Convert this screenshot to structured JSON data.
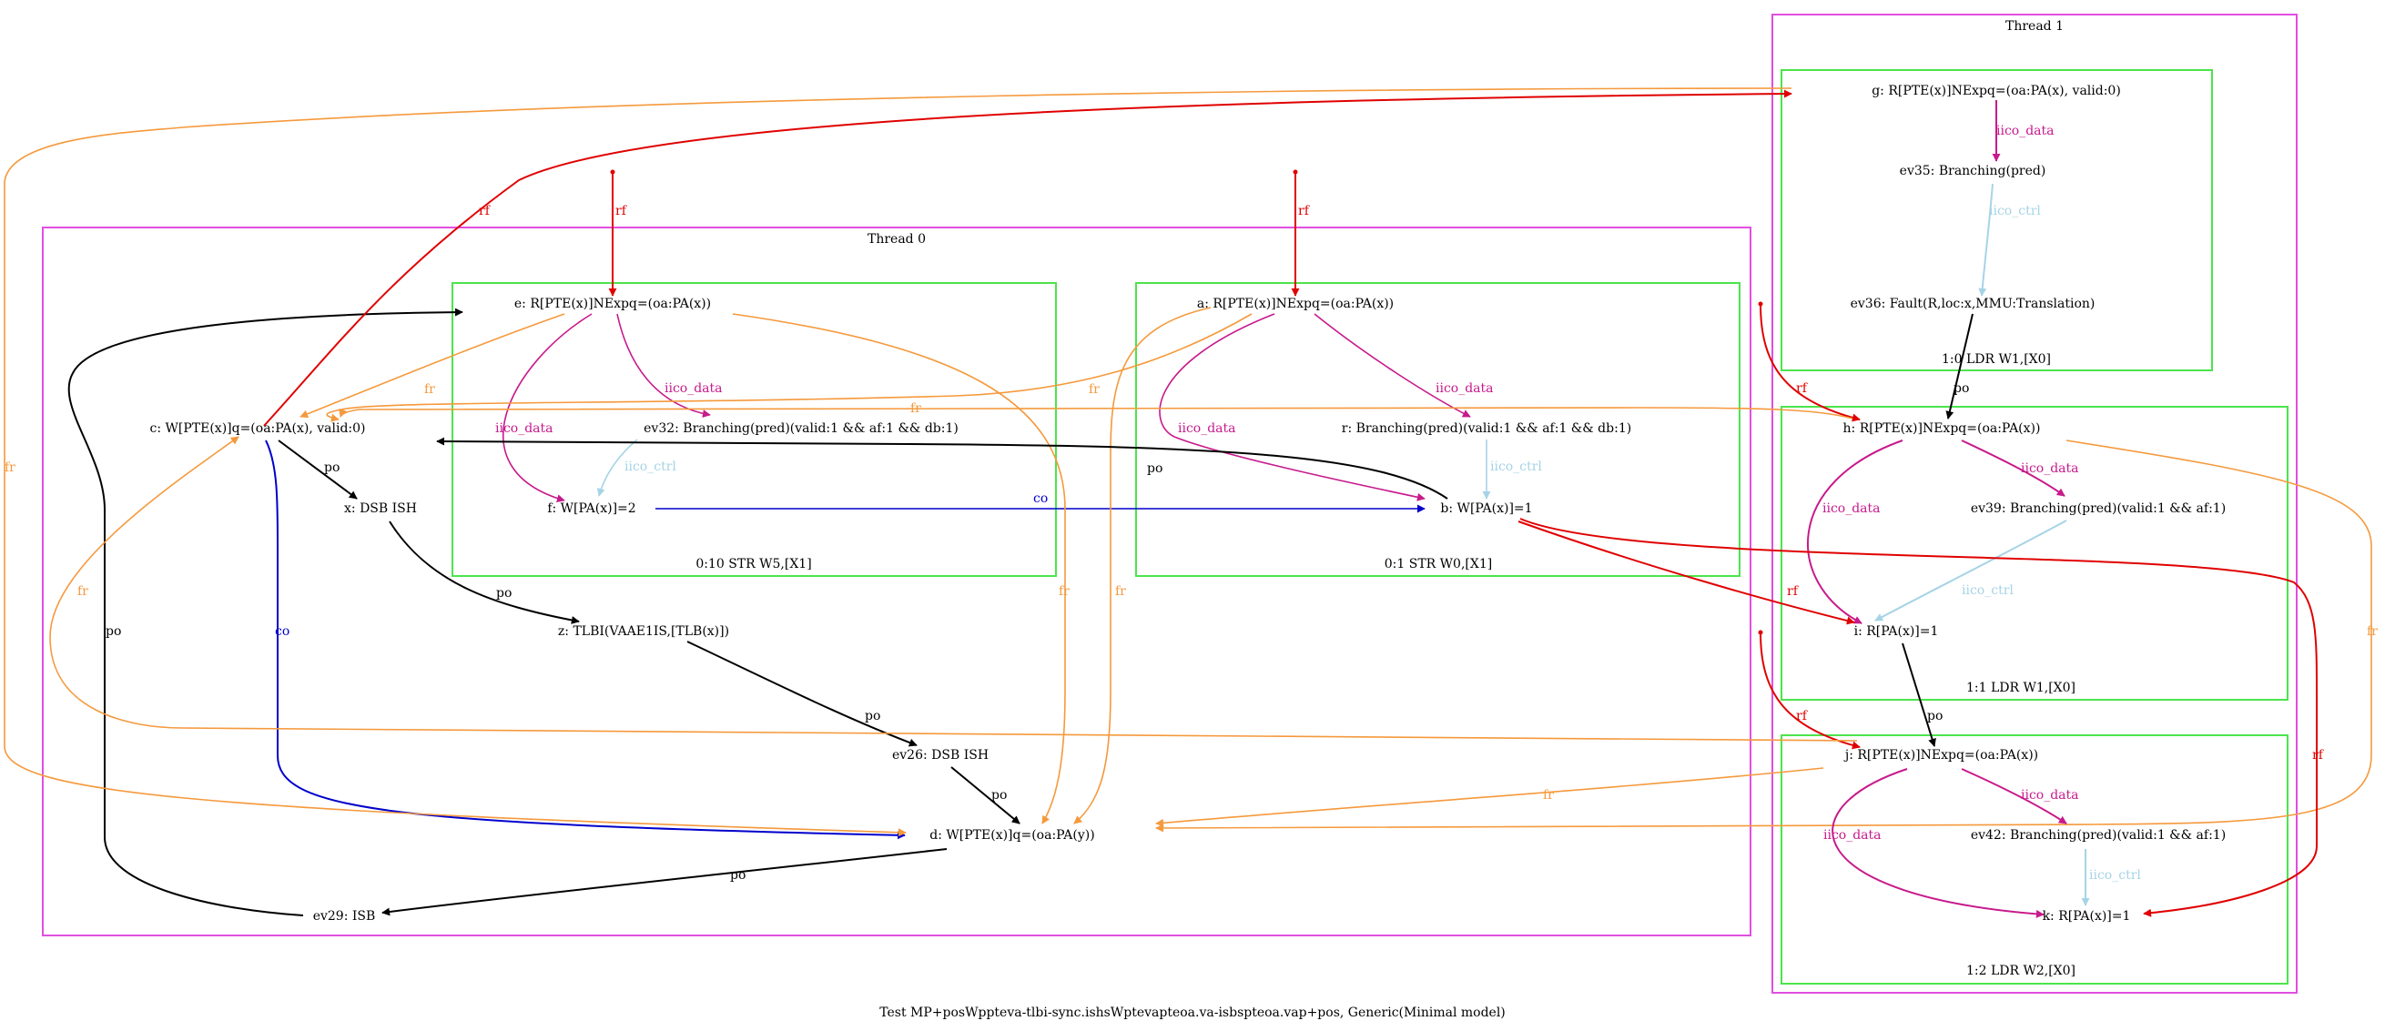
{
  "caption": "Test MP+posWppteva-tlbi-sync.ishsWptevapteoa.va-isbspteoa.vap+pos, Generic(Minimal model)",
  "colors": {
    "po": "#000000",
    "rf": "#e00000",
    "fr": "#f5993c",
    "co": "#0000cc",
    "iico_data": "#c71a8c",
    "iico_ctrl": "#a6d4e6",
    "thread_border": "#e14fe1",
    "instr_border": "#4ce44c"
  },
  "threads": [
    {
      "id": "thread0",
      "label": "Thread 0"
    },
    {
      "id": "thread1",
      "label": "Thread 1"
    }
  ],
  "instructions": [
    {
      "id": "i010",
      "label": "0:10 STR W5,[X1]"
    },
    {
      "id": "i01",
      "label": "0:1 STR W0,[X1]"
    },
    {
      "id": "i10",
      "label": "1:0 LDR W1,[X0]"
    },
    {
      "id": "i11",
      "label": "1:1 LDR W1,[X0]"
    },
    {
      "id": "i12",
      "label": "1:2 LDR W2,[X0]"
    }
  ],
  "nodes": [
    {
      "id": "e",
      "label": "e: R[PTE(x)]NExpq=(oa:PA(x))"
    },
    {
      "id": "ev32",
      "label": "ev32: Branching(pred)(valid:1 && af:1 && db:1)"
    },
    {
      "id": "f",
      "label": "f: W[PA(x)]=2"
    },
    {
      "id": "a",
      "label": "a: R[PTE(x)]NExpq=(oa:PA(x))"
    },
    {
      "id": "r",
      "label": "r: Branching(pred)(valid:1 && af:1 && db:1)"
    },
    {
      "id": "b",
      "label": "b: W[PA(x)]=1"
    },
    {
      "id": "c",
      "label": "c: W[PTE(x)]q=(oa:PA(x), valid:0)"
    },
    {
      "id": "x",
      "label": "x: DSB ISH"
    },
    {
      "id": "z",
      "label": "z: TLBI(VAAE1IS,[TLB(x)])"
    },
    {
      "id": "ev26",
      "label": "ev26: DSB ISH"
    },
    {
      "id": "d",
      "label": "d: W[PTE(x)]q=(oa:PA(y))"
    },
    {
      "id": "ev29",
      "label": "ev29: ISB"
    },
    {
      "id": "g",
      "label": "g: R[PTE(x)]NExpq=(oa:PA(x), valid:0)"
    },
    {
      "id": "ev35",
      "label": "ev35: Branching(pred)"
    },
    {
      "id": "ev36",
      "label": "ev36: Fault(R,loc:x,MMU:Translation)"
    },
    {
      "id": "h",
      "label": "h: R[PTE(x)]NExpq=(oa:PA(x))"
    },
    {
      "id": "ev39",
      "label": "ev39: Branching(pred)(valid:1 && af:1)"
    },
    {
      "id": "i",
      "label": "i: R[PA(x)]=1"
    },
    {
      "id": "j",
      "label": "j: R[PTE(x)]NExpq=(oa:PA(x))"
    },
    {
      "id": "ev42",
      "label": "ev42: Branching(pred)(valid:1 && af:1)"
    },
    {
      "id": "k",
      "label": "k: R[PA(x)]=1"
    }
  ],
  "edges": [
    {
      "id": "e-ev32",
      "from": "e",
      "to": "ev32",
      "type": "iico_data",
      "label": "iico_data"
    },
    {
      "id": "e-f",
      "from": "e",
      "to": "f",
      "type": "iico_data",
      "label": "iico_data"
    },
    {
      "id": "ev32-f",
      "from": "ev32",
      "to": "f",
      "type": "iico_ctrl",
      "label": "iico_ctrl"
    },
    {
      "id": "f-b",
      "from": "f",
      "to": "b",
      "type": "co",
      "label": "co"
    },
    {
      "id": "a-r",
      "from": "a",
      "to": "r",
      "type": "iico_data",
      "label": "iico_data"
    },
    {
      "id": "a-b",
      "from": "a",
      "to": "b",
      "type": "iico_data",
      "label": "iico_data"
    },
    {
      "id": "r-b",
      "from": "r",
      "to": "b",
      "type": "iico_ctrl",
      "label": "iico_ctrl"
    },
    {
      "id": "init-e",
      "from": "init",
      "to": "e",
      "type": "rf",
      "label": "rf"
    },
    {
      "id": "init-a",
      "from": "init",
      "to": "a",
      "type": "rf",
      "label": "rf"
    },
    {
      "id": "e-c",
      "from": "e",
      "to": "c",
      "type": "fr",
      "label": "fr"
    },
    {
      "id": "a-c",
      "from": "a",
      "to": "c",
      "type": "fr",
      "label": "fr"
    },
    {
      "id": "e-d",
      "from": "e",
      "to": "d",
      "type": "fr",
      "label": "fr"
    },
    {
      "id": "a-d",
      "from": "a",
      "to": "d",
      "type": "fr",
      "label": "fr"
    },
    {
      "id": "b-c",
      "from": "b",
      "to": "c",
      "type": "po",
      "label": "po"
    },
    {
      "id": "c-x",
      "from": "c",
      "to": "x",
      "type": "po",
      "label": "po"
    },
    {
      "id": "x-z",
      "from": "x",
      "to": "z",
      "type": "po",
      "label": "po"
    },
    {
      "id": "z-ev26",
      "from": "z",
      "to": "ev26",
      "type": "po",
      "label": "po"
    },
    {
      "id": "ev26-d",
      "from": "ev26",
      "to": "d",
      "type": "po",
      "label": "po"
    },
    {
      "id": "d-ev29",
      "from": "d",
      "to": "ev29",
      "type": "po",
      "label": "po"
    },
    {
      "id": "ev29-e",
      "from": "ev29",
      "to": "e",
      "type": "po",
      "label": "po"
    },
    {
      "id": "c-d",
      "from": "c",
      "to": "d",
      "type": "co",
      "label": "co"
    },
    {
      "id": "c-g",
      "from": "c",
      "to": "g",
      "type": "rf",
      "label": "rf"
    },
    {
      "id": "g-d",
      "from": "g",
      "to": "d",
      "type": "fr",
      "label": "fr"
    },
    {
      "id": "g-ev35",
      "from": "g",
      "to": "ev35",
      "type": "iico_data",
      "label": "iico_data"
    },
    {
      "id": "ev35-ev36",
      "from": "ev35",
      "to": "ev36",
      "type": "iico_ctrl",
      "label": "iico_ctrl"
    },
    {
      "id": "ev36-h",
      "from": "ev36",
      "to": "h",
      "type": "po",
      "label": "po"
    },
    {
      "id": "init-h",
      "from": "init",
      "to": "h",
      "type": "rf",
      "label": "rf"
    },
    {
      "id": "h-c",
      "from": "h",
      "to": "c",
      "type": "fr",
      "label": "fr"
    },
    {
      "id": "h-d",
      "from": "h",
      "to": "d",
      "type": "fr",
      "label": "fr"
    },
    {
      "id": "h-ev39",
      "from": "h",
      "to": "ev39",
      "type": "iico_data",
      "label": "iico_data"
    },
    {
      "id": "h-i",
      "from": "h",
      "to": "i",
      "type": "iico_data",
      "label": "iico_data"
    },
    {
      "id": "ev39-i",
      "from": "ev39",
      "to": "i",
      "type": "iico_ctrl",
      "label": "iico_ctrl"
    },
    {
      "id": "b-i",
      "from": "b",
      "to": "i",
      "type": "rf",
      "label": "rf"
    },
    {
      "id": "i-j",
      "from": "i",
      "to": "j",
      "type": "po",
      "label": "po"
    },
    {
      "id": "init-j",
      "from": "init",
      "to": "j",
      "type": "rf",
      "label": "rf"
    },
    {
      "id": "j-c",
      "from": "j",
      "to": "c",
      "type": "fr",
      "label": "fr"
    },
    {
      "id": "j-d",
      "from": "j",
      "to": "d",
      "type": "fr",
      "label": "fr"
    },
    {
      "id": "j-ev42",
      "from": "j",
      "to": "ev42",
      "type": "iico_data",
      "label": "iico_data"
    },
    {
      "id": "j-k",
      "from": "j",
      "to": "k",
      "type": "iico_data",
      "label": "iico_data"
    },
    {
      "id": "ev42-k",
      "from": "ev42",
      "to": "k",
      "type": "iico_ctrl",
      "label": "iico_ctrl"
    },
    {
      "id": "b-k",
      "from": "b",
      "to": "k",
      "type": "rf",
      "label": "rf"
    }
  ]
}
